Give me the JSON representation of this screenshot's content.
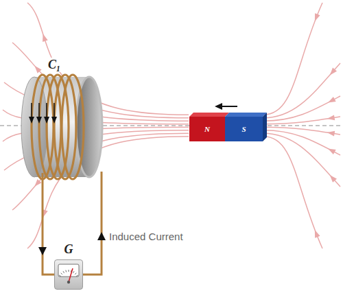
{
  "diagram": {
    "nodes": [
      {
        "text": [
          "N"
        ]
      },
      {
        "text": [
          "S"
        ]
      },
      {
        "text": [
          "G"
        ]
      }
    ],
    "labels": [
      "C₁",
      "Induced Current"
    ]
  }
}
